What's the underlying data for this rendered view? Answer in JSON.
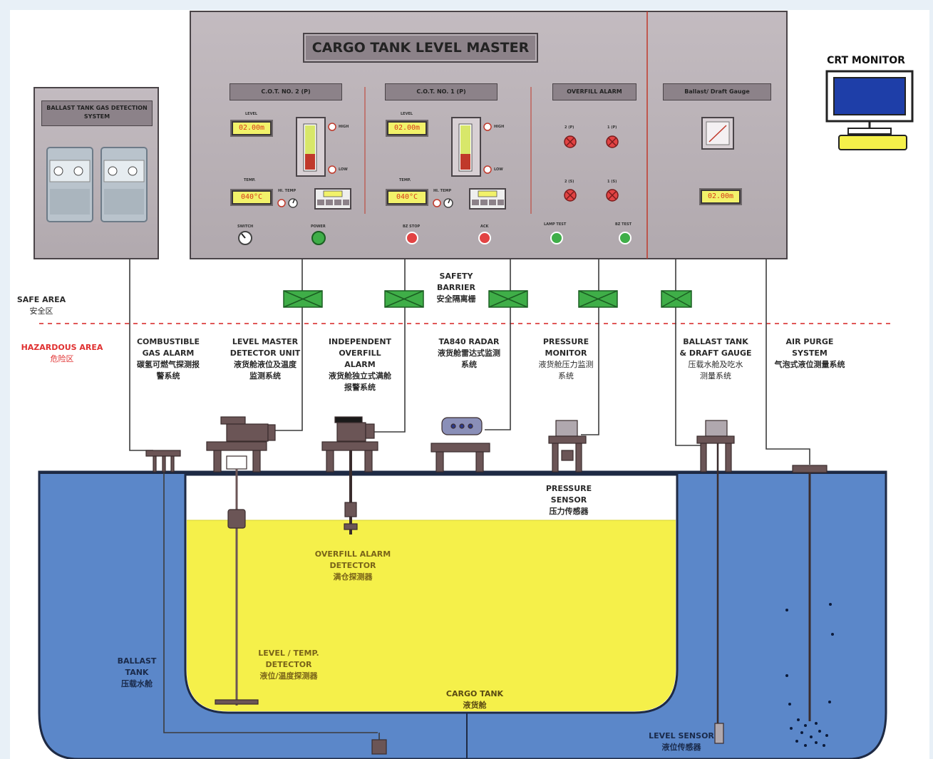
{
  "colors": {
    "panel": "#bdb5ba",
    "hull_blue": "#5b87c9",
    "cargo_yellow": "#f5f04a",
    "barrier_green": "#3fae48",
    "hazard_red": "#e03030"
  },
  "panel": {
    "title": "CARGO TANK LEVEL MASTER",
    "sections": [
      {
        "title": "C.O.T. NO. 2 (P)",
        "level_label": "LEVEL",
        "level_value": "02.00m",
        "temp_label": "TEMP.",
        "temp_value": "040°C",
        "hi_temp_label": "HI. TEMP",
        "high_label": "HIGH",
        "low_label": "LOW"
      },
      {
        "title": "C.O.T. NO. 1 (P)",
        "level_label": "LEVEL",
        "level_value": "02.00m",
        "temp_label": "TEMP.",
        "temp_value": "040°C",
        "hi_temp_label": "HI. TEMP",
        "high_label": "HIGH",
        "low_label": "LOW"
      }
    ],
    "overfill": {
      "title": "OVERFILL ALARM",
      "lamps": [
        "2 (P)",
        "1 (P)",
        "2 (S)",
        "1 (S)"
      ]
    },
    "ballast": {
      "title": "Ballast/ Draft Gauge",
      "value": "02.00m"
    },
    "buttons": [
      "SWITCH",
      "POWER",
      "BZ STOP",
      "ACK",
      "LAMP TEST",
      "BZ TEST"
    ]
  },
  "gas_panel": {
    "title": "BALLAST TANK GAS DETECTION SYSTEM"
  },
  "crt": {
    "label": "CRT MONITOR"
  },
  "barrier": {
    "en": "SAFETY BARRIER",
    "cn": "安全隔离栅"
  },
  "areas": {
    "safe_en": "SAFE AREA",
    "safe_cn": "安全区",
    "hazard_en": "HAZARDOUS AREA",
    "hazard_cn": "危险区"
  },
  "systems": [
    {
      "en": "COMBUSTIBLE GAS ALARM",
      "cn": "碳氢可燃气探测报警系统"
    },
    {
      "en": "LEVEL MASTER DETECTOR UNIT",
      "cn": "液货舱液位及温度监测系统"
    },
    {
      "en": "INDEPENDENT OVERFILL ALARM",
      "cn": "液货舱独立式满舱报警系统"
    },
    {
      "en": "TA840 RADAR",
      "cn": "液货舱雷达式监测系统"
    },
    {
      "en": "PRESSURE MONITOR",
      "cn": "液货舱压力监测系统"
    },
    {
      "en": "BALLAST TANK & DRAFT GAUGE",
      "cn": "压载水舱及吃水测量系统"
    },
    {
      "en": "AIR PURGE SYSTEM",
      "cn": "气泡式液位测量系统"
    }
  ],
  "tank_labels": {
    "pressure_sensor_en": "PRESSURE SENSOR",
    "pressure_sensor_cn": "压力传感器",
    "overfill_detector_en": "OVERFILL ALARM DETECTOR",
    "overfill_detector_cn": "满仓探测器",
    "level_temp_en": "LEVEL / TEMP. DETECTOR",
    "level_temp_cn": "液位/温度探测器",
    "cargo_tank_en": "CARGO TANK",
    "cargo_tank_cn": "液货舱",
    "ballast_tank_en": "BALLAST TANK",
    "ballast_tank_cn": "压载水舱",
    "level_sensor_en": "LEVEL SENSOR",
    "level_sensor_cn": "液位传感器"
  }
}
